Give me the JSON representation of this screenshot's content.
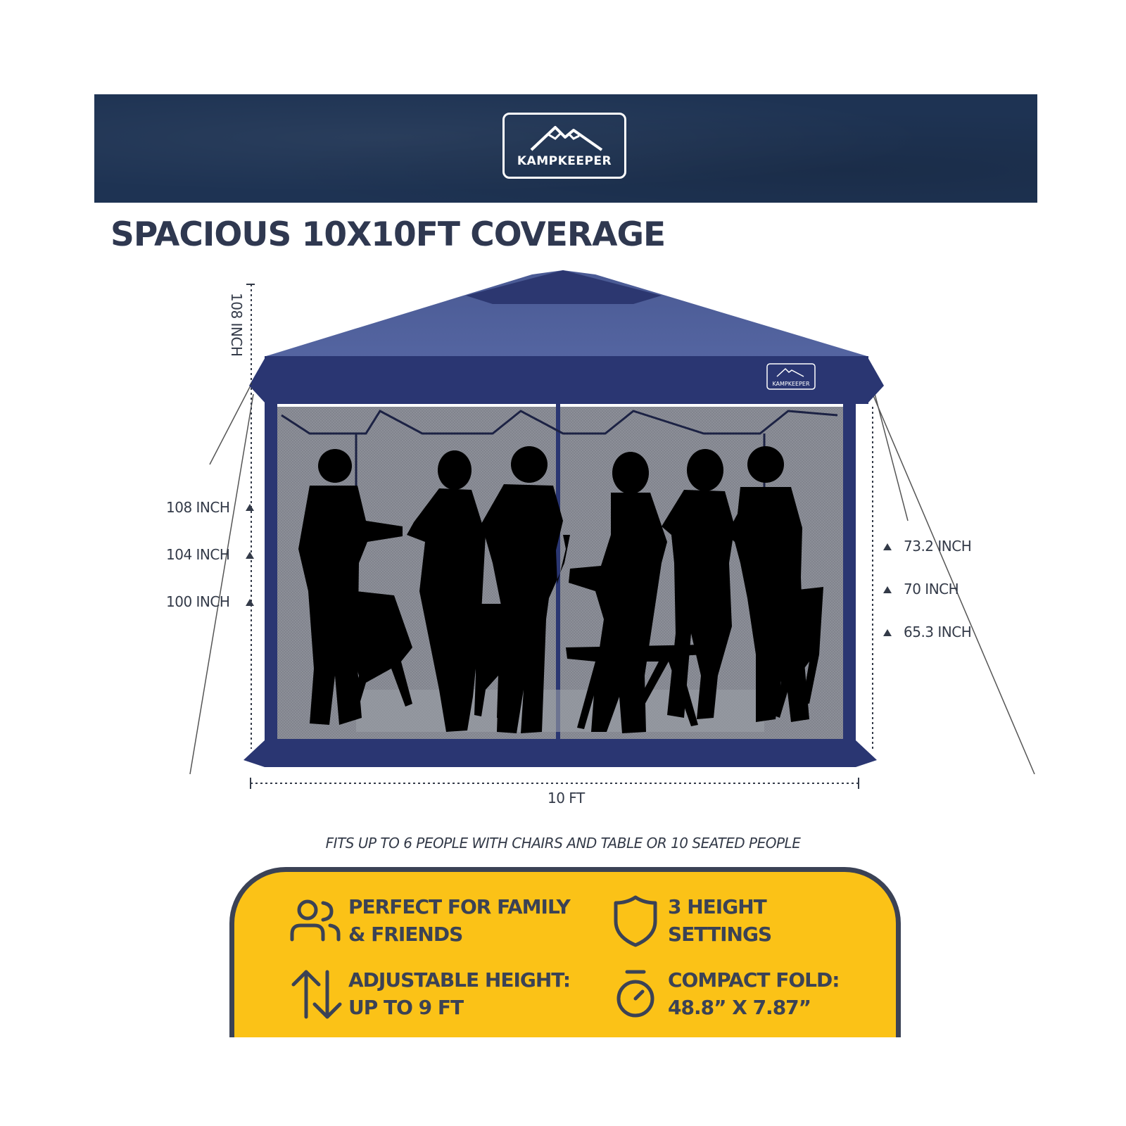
{
  "brand": {
    "name": "KAMPKEEPER",
    "colors": {
      "navy": "#1e3353",
      "yellow": "#fbc217",
      "text": "#2f3850"
    }
  },
  "headline": "SPACIOUS 10X10FT COVERAGE",
  "tent": {
    "logo_text": "KAMPKEEPER",
    "peak_height_label": "108 INCH",
    "left_heights": [
      "108 INCH",
      "104 INCH",
      "100 INCH"
    ],
    "right_heights": [
      "73.2 INCH",
      "70 INCH",
      "65.3 INCH"
    ],
    "width_label": "10 FT"
  },
  "caption": "FITS UP TO 6 PEOPLE WITH CHAIRS AND TABLE OR 10 SEATED PEOPLE",
  "features": [
    {
      "icon": "people-icon",
      "line1": "PERFECT FOR FAMILY",
      "line2": "& FRIENDS"
    },
    {
      "icon": "shield-icon",
      "line1": "3 HEIGHT",
      "line2": "SETTINGS"
    },
    {
      "icon": "up-down-arrows-icon",
      "line1": "ADJUSTABLE HEIGHT:",
      "line2": "UP TO 9 FT"
    },
    {
      "icon": "stopwatch-icon",
      "line1": "COMPACT FOLD:",
      "line2": "48.8” X 7.87”"
    }
  ]
}
